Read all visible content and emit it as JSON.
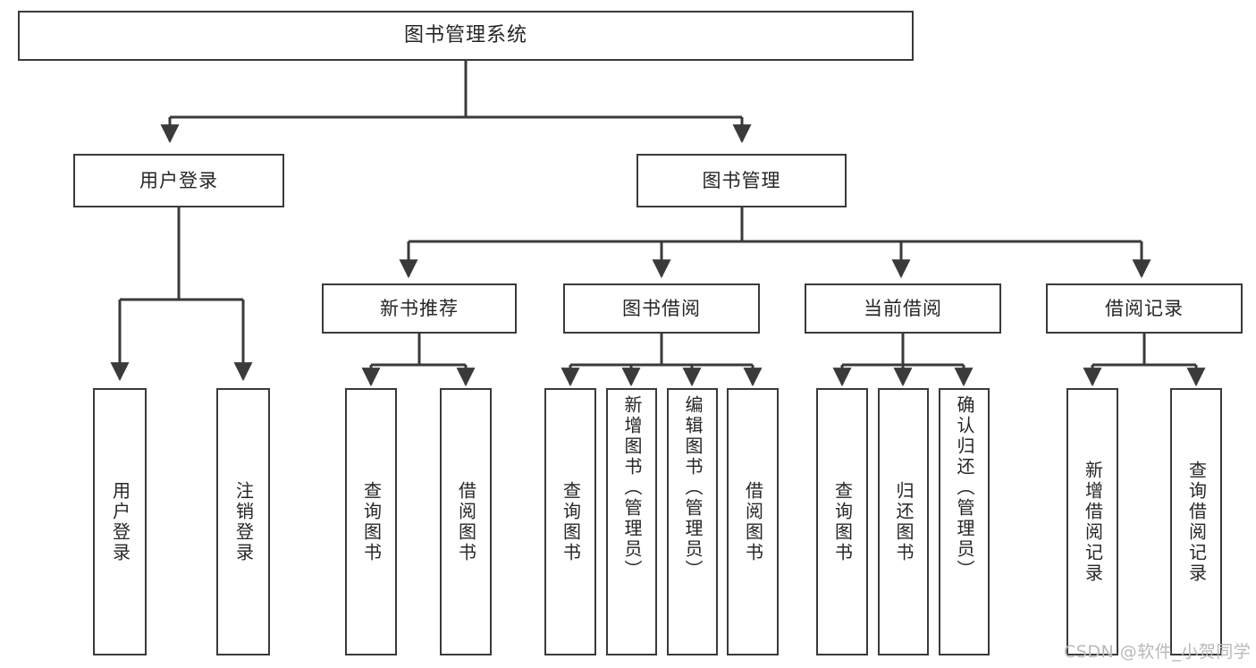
{
  "diagram": {
    "title": "图书管理系统",
    "type": "tree-hierarchy-chart",
    "watermark": "CSDN @软件_小贺同学",
    "colors": {
      "box_border": "#3a3a3a",
      "box_fill": "#ffffff",
      "edge": "#3a3a3a",
      "text": "#262626",
      "watermark": "#b9b9b9",
      "background": "#ffffff"
    },
    "root": {
      "label": "图书管理系统"
    },
    "level1": [
      {
        "label": "用户登录"
      },
      {
        "label": "图书管理"
      }
    ],
    "level2": [
      {
        "label": "新书推荐"
      },
      {
        "label": "图书借阅"
      },
      {
        "label": "当前借阅"
      },
      {
        "label": "借阅记录"
      }
    ],
    "leaves": {
      "user_login": [
        {
          "label": "用户登录"
        },
        {
          "label": "注销登录"
        }
      ],
      "new_book_recommend": [
        {
          "label": "查询图书"
        },
        {
          "label": "借阅图书"
        }
      ],
      "book_borrow": [
        {
          "label": "查询图书"
        },
        {
          "label": "新增图书（管理员）"
        },
        {
          "label": "编辑图书（管理员）"
        },
        {
          "label": "借阅图书"
        }
      ],
      "current_borrow": [
        {
          "label": "查询图书"
        },
        {
          "label": "归还图书"
        },
        {
          "label": "确认归还（管理员）"
        }
      ],
      "borrow_record": [
        {
          "label": "新增借阅记录"
        },
        {
          "label": "查询借阅记录"
        }
      ]
    }
  }
}
